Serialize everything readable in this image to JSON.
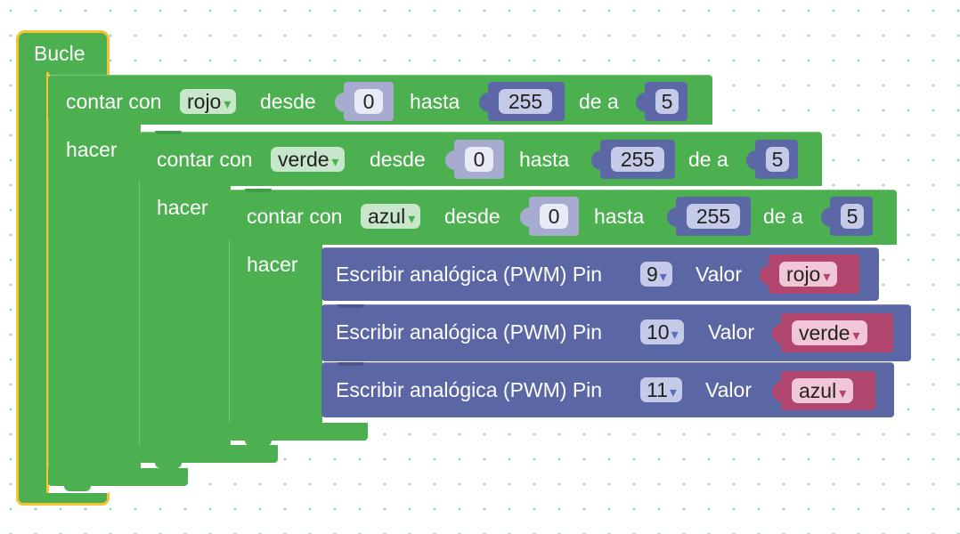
{
  "loop": {
    "title": "Bucle"
  },
  "labels": {
    "count_with": "contar con",
    "from": "desde",
    "to": "hasta",
    "by": "de a",
    "do": "hacer"
  },
  "for_loops": [
    {
      "variable": "rojo",
      "from": "0",
      "to": "255",
      "by": "5"
    },
    {
      "variable": "verde",
      "from": "0",
      "to": "255",
      "by": "5"
    },
    {
      "variable": "azul",
      "from": "0",
      "to": "255",
      "by": "5"
    }
  ],
  "pwm_label": "Escribir analógica (PWM) Pin",
  "value_label": "Valor",
  "pwm_writes": [
    {
      "pin": "9",
      "value_var": "rojo"
    },
    {
      "pin": "10",
      "value_var": "verde"
    },
    {
      "pin": "11",
      "value_var": "azul"
    }
  ],
  "dropdown_arrow": "▾",
  "colors": {
    "loop_block": "#4caf50",
    "loop_outline": "#f4c430",
    "number_block": "#5c68a6",
    "pwm_block": "#5b67a5",
    "variable_block": "#b2456e"
  }
}
